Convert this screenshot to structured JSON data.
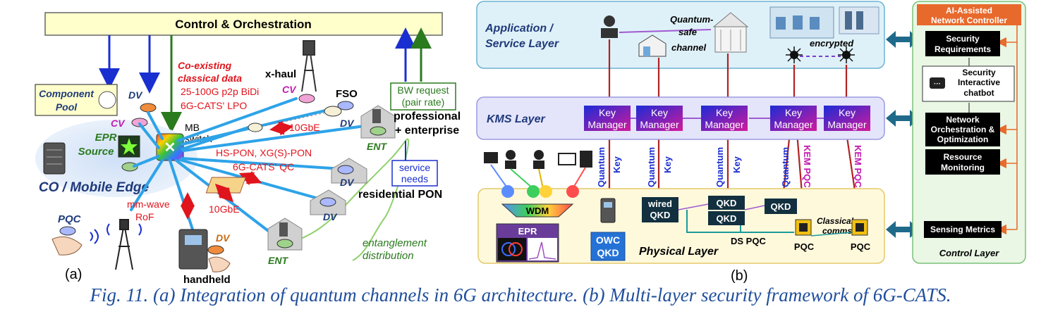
{
  "caption": "Fig. 11. (a) Integration of quantum channels in 6G architecture. (b) Multi-layer security framework of 6G-CATS.",
  "panel_a": {
    "label": "(a)",
    "control_bar": "Control & Orchestration",
    "component_pool": [
      "Component",
      "Pool"
    ],
    "epr_source": [
      "EPR",
      "Source"
    ],
    "co_label": "CO / Mobile Edge",
    "mb_switch": [
      "MB",
      "switch"
    ],
    "cv": "CV",
    "dv": "DV",
    "ent": "ENT",
    "coexisting": [
      "Co-existing",
      "classical data"
    ],
    "rates": [
      "25-100G p2p BiDi",
      "6G-CATS' LPO"
    ],
    "xhaul": "x-haul",
    "fso": "FSO",
    "tengbe": "10GbE",
    "pon": [
      "HS-PON, XG(S)-PON",
      "6G-CATS' QC"
    ],
    "bw_request": [
      "BW request",
      "(pair rate)"
    ],
    "professional": [
      "professional",
      "+ enterprise"
    ],
    "service_needs": [
      "service",
      "needs"
    ],
    "residential": "residential PON",
    "mmwave": [
      "mm-wave",
      "RoF"
    ],
    "pqc": "PQC",
    "handheld": "handheld",
    "entanglement": [
      "entanglement",
      "distribution"
    ]
  },
  "panel_b": {
    "label": "(b)",
    "app_layer": [
      "Application /",
      "Service Layer"
    ],
    "quantum_safe": [
      "Quantum-",
      "safe",
      "channel"
    ],
    "encrypted": "encrypted",
    "kms_layer": "KMS Layer",
    "key_manager": [
      "Key",
      "Manager"
    ],
    "quantum": "Quantum",
    "key": "Key",
    "kem_pqc": "KEM PQC",
    "wdm": "WDM",
    "epr": "EPR",
    "owc_qkd": [
      "OWC",
      "QKD"
    ],
    "wired_qkd": [
      "wired",
      "QKD"
    ],
    "qkd": "QKD",
    "ds_pqc": "DS PQC",
    "pqc": "PQC",
    "classical_comms": [
      "Classical",
      "comms"
    ],
    "physical_layer": "Physical Layer",
    "controller_title": [
      "AI-Assisted",
      "Network Controller"
    ],
    "security_requirements": [
      "Security",
      "Requirements"
    ],
    "chatbot": [
      "Security",
      "Interactive",
      "chatbot"
    ],
    "orchestration": [
      "Network",
      "Orchestration &",
      "Optimization"
    ],
    "resource_monitoring": [
      "Resource",
      "Monitoring"
    ],
    "sensing_metrics": "Sensing Metrics",
    "control_layer": "Control Layer"
  },
  "colors": {
    "red": "#e0141c",
    "green": "#2a7a1e",
    "blue": "#1a2fd0",
    "navy": "#1f3a7a",
    "magenta": "#c21bb0",
    "orange": "#e86b2b"
  }
}
